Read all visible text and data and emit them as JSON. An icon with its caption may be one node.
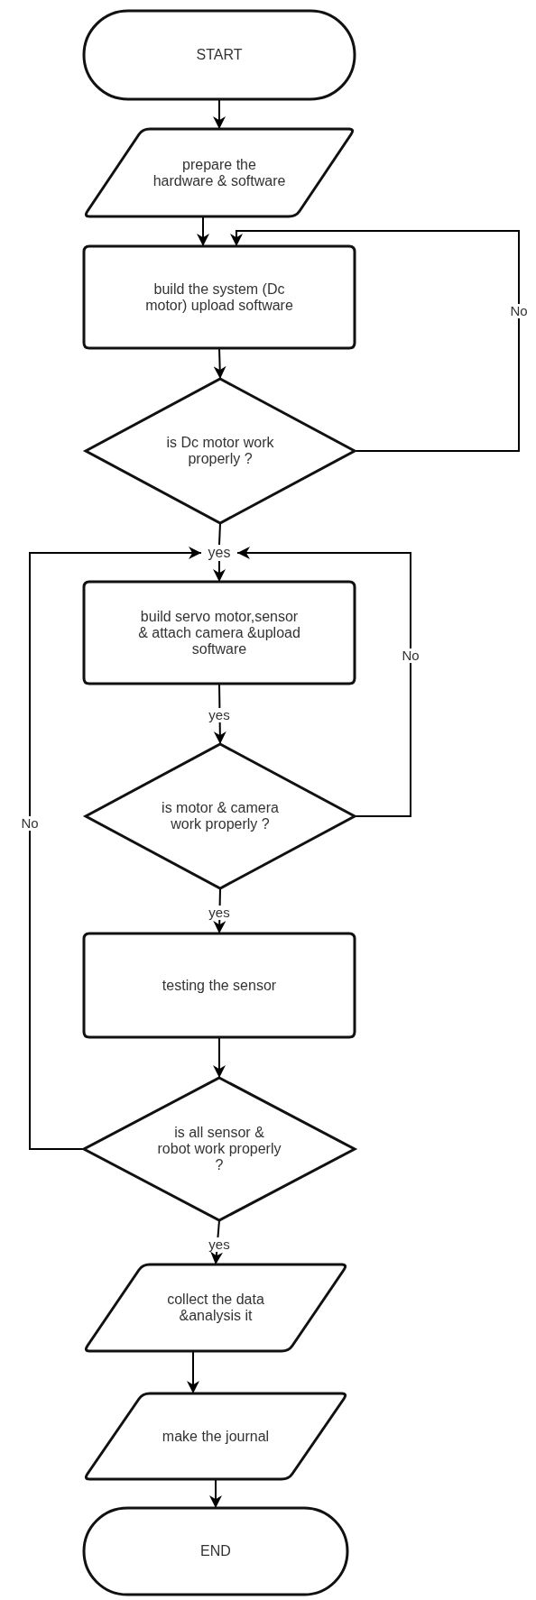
{
  "diagram": {
    "nodes": [
      {
        "text": [
          "START"
        ]
      },
      {
        "text": [
          "prepare the hardware & software"
        ]
      },
      {
        "text": [
          "build the system (Dc motor) upload software"
        ]
      },
      {
        "text": [
          "is Dc motor work properly ?"
        ]
      },
      {
        "text": [
          "yes"
        ]
      },
      {
        "text": [
          "build servo motor,sensor & attach camera &upload software"
        ]
      },
      {
        "text": [
          "is motor & camera work properly ?"
        ]
      },
      {
        "text": [
          "testing the sensor"
        ]
      },
      {
        "text": [
          "is all sensor & robot work properly ?"
        ]
      },
      {
        "text": [
          "collect the data &analysis it"
        ]
      },
      {
        "text": [
          "make the journal"
        ]
      },
      {
        "text": [
          "END"
        ]
      }
    ],
    "edges": [
      {
        "from": 0,
        "to": 1,
        "arrow": "to"
      },
      {
        "from": 1,
        "to": 2,
        "arrow": "to"
      },
      {
        "from": 2,
        "to": 3,
        "arrow": "to"
      },
      {
        "from": 3,
        "to": 2,
        "arrow": "to",
        "label": "No"
      },
      {
        "from": 3,
        "to": 4,
        "arrow": "none"
      },
      {
        "from": 4,
        "to": 5,
        "arrow": "to"
      },
      {
        "from": 5,
        "to": 6,
        "arrow": "to",
        "label": "yes"
      },
      {
        "from": 6,
        "to": 4,
        "arrow": "to",
        "label": "No"
      },
      {
        "from": 6,
        "to": 7,
        "arrow": "to",
        "label": "yes"
      },
      {
        "from": 7,
        "to": 8,
        "arrow": "to"
      },
      {
        "from": 8,
        "to": 4,
        "arrow": "to",
        "label": "No"
      },
      {
        "from": 8,
        "to": 9,
        "arrow": "to",
        "label": "yes"
      },
      {
        "from": 9,
        "to": 10,
        "arrow": "to"
      },
      {
        "from": 10,
        "to": 11,
        "arrow": "to"
      }
    ]
  }
}
